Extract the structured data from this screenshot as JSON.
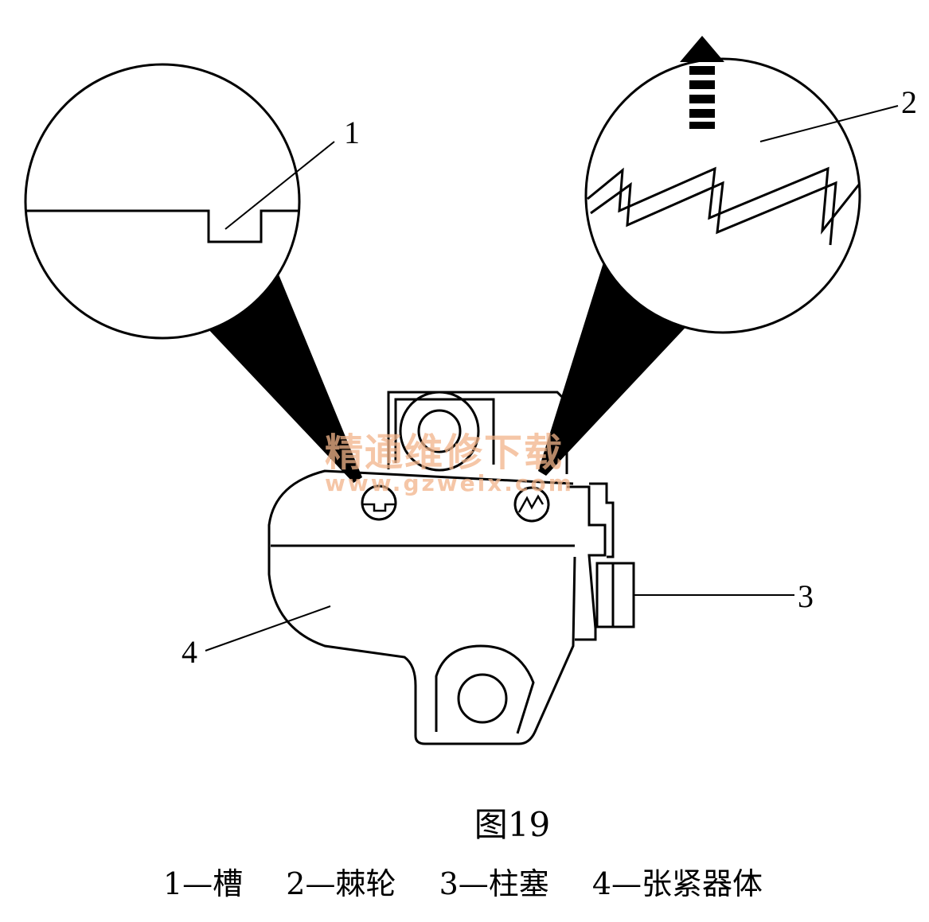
{
  "callouts": [
    "1",
    "2",
    "3",
    "4"
  ],
  "watermark": {
    "text": "精通维修下载",
    "url": "www.gzweix.com"
  },
  "figure": {
    "title": "图19",
    "legend": [
      "1—槽",
      "2—棘轮",
      "3—柱塞",
      "4—张紧器体"
    ]
  }
}
